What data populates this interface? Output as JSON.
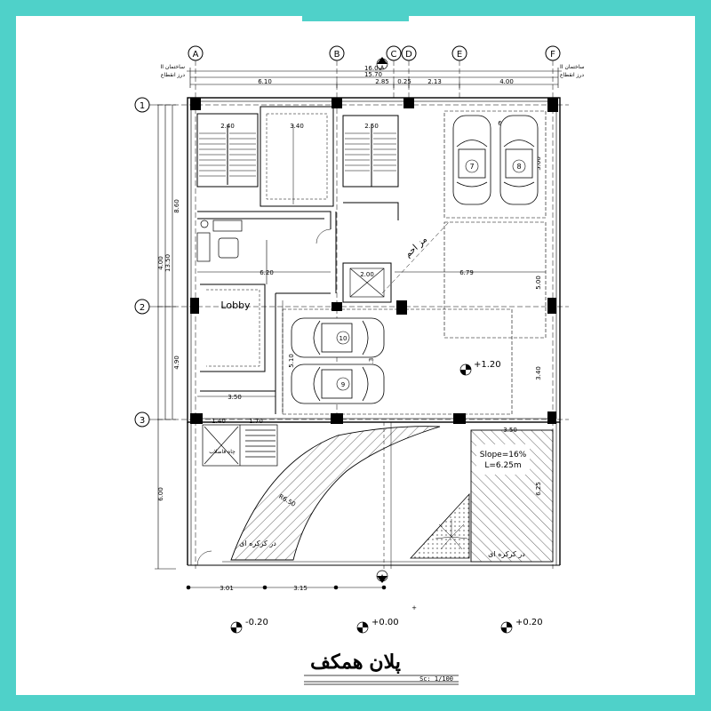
{
  "grid": {
    "columns": [
      "A",
      "B",
      "C",
      "D",
      "E",
      "F"
    ],
    "rows": [
      "1",
      "2",
      "3"
    ],
    "corner_left": [
      "II  ساختمان",
      "درز انقطاع"
    ],
    "corner_right": [
      "II  ساختمان",
      "درز انقطاع"
    ]
  },
  "dims": {
    "top_total": "16.00",
    "top_inner": "15.70",
    "top_seg": [
      "6.10",
      "2.85",
      "0.25",
      "2.13",
      "4.00"
    ],
    "left_a": "8.60",
    "left_b": "4.00",
    "left_c": "13.50",
    "left_d": "4.90",
    "left_e": "6.00",
    "stair1": "2.40",
    "void": "3.40",
    "stair2": "2.50",
    "park_w": "6.23",
    "park_h": "5.00",
    "lobby_w": "6.20",
    "elev": "2.00",
    "park_w2": "6.79",
    "park_h2": "5.00",
    "park_h3": "3.40",
    "mid_h": "5.10",
    "mid_h2": "4.30",
    "lobby_b": "3.50",
    "seg_a": "1.40",
    "seg_b": "1.70",
    "ramp_w": "3.50",
    "ramp_h": "6.25",
    "radius": "R6.50",
    "bottom_a": "3.01",
    "bottom_b": "3.15"
  },
  "labels": {
    "lobby": "Lobby",
    "slope": "Slope=16%",
    "length": "L=6.25m",
    "level_mid": "+1.20",
    "sewer": "چاه فاضلاب",
    "driveway": "مز احم",
    "gate_left": "در کرکره ای",
    "gate_right": "در کرکره ای",
    "section_mark": "A"
  },
  "parking": [
    "7",
    "8",
    "10",
    "9"
  ],
  "levels": [
    "-0.20",
    "+0.00",
    "+0.20"
  ],
  "title": "پلان همکف",
  "scale": "Sc:  1/100"
}
